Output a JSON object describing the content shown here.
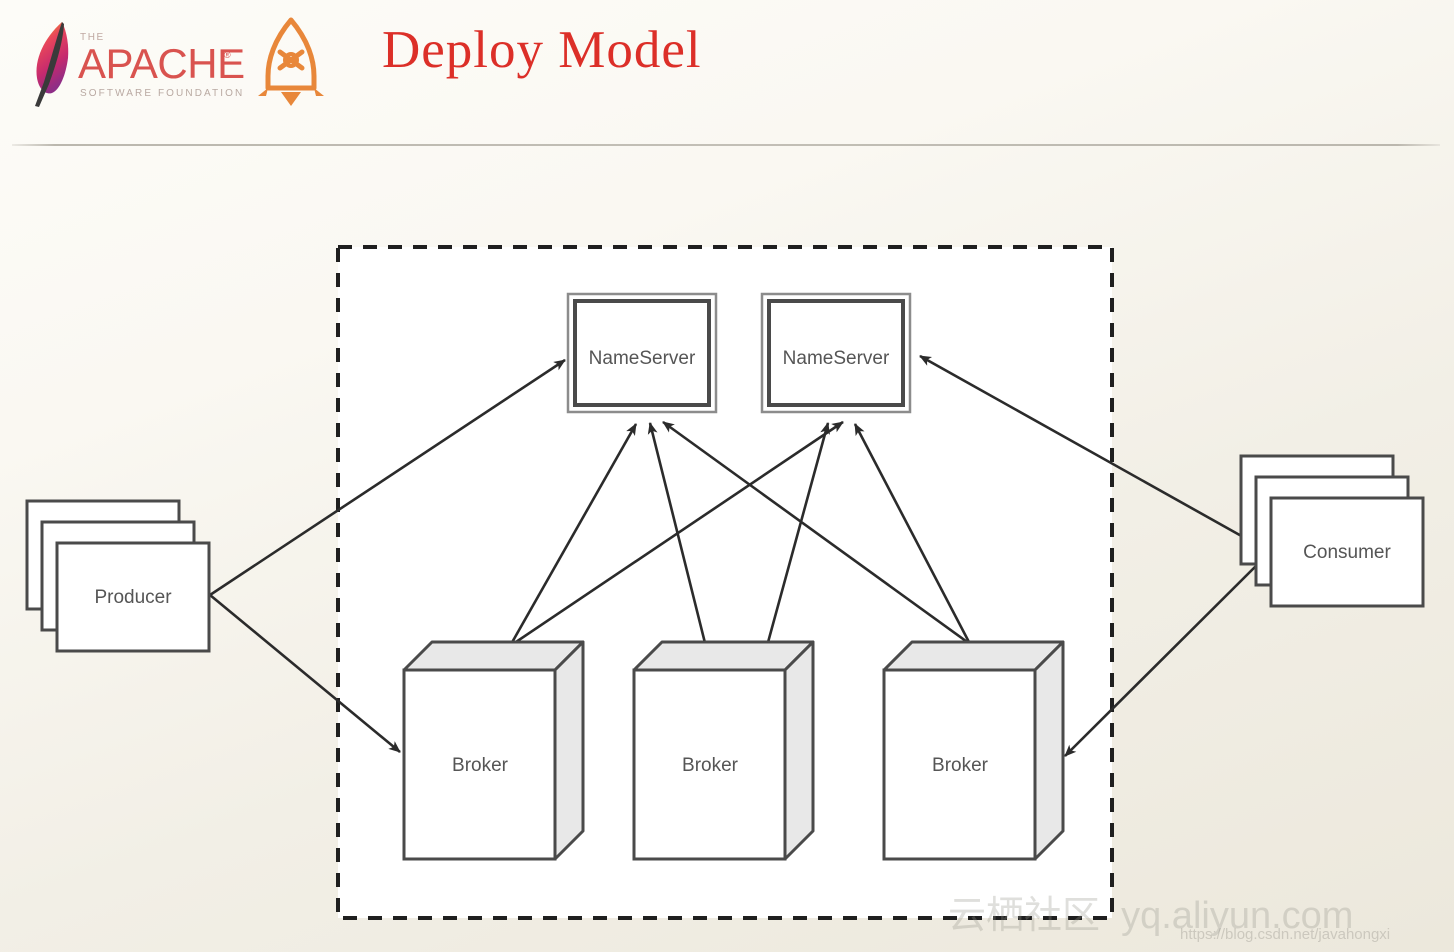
{
  "header": {
    "title": "Deploy Model",
    "title_color": "#dc2f28",
    "apache_logo": {
      "the": "THE",
      "name": "APACHE",
      "trademark": "®",
      "tagline": "SOFTWARE FOUNDATION",
      "color": "#d9534f",
      "tagline_color": "#b9a9a2"
    },
    "rocket_logo": {
      "icon": "rocket-icon",
      "color": "#e8873a"
    }
  },
  "diagram": {
    "cluster_border": {
      "style": "dashed",
      "color": "#1f1f1f",
      "fill": "#ffffff"
    },
    "nodes": {
      "producer": {
        "label": "Producer",
        "shape": "stacked-rect",
        "count": 3
      },
      "consumer": {
        "label": "Consumer",
        "shape": "stacked-rect",
        "count": 3
      },
      "nameservers": [
        {
          "label": "NameServer",
          "shape": "double-rect"
        },
        {
          "label": "NameServer",
          "shape": "double-rect"
        }
      ],
      "brokers": [
        {
          "label": "Broker",
          "shape": "cube"
        },
        {
          "label": "Broker",
          "shape": "cube"
        },
        {
          "label": "Broker",
          "shape": "cube"
        }
      ]
    },
    "edges": [
      {
        "from": "producer",
        "to": "nameserver-1",
        "arrow": "end"
      },
      {
        "from": "producer",
        "to": "broker-1",
        "arrow": "end"
      },
      {
        "from": "consumer",
        "to": "nameserver-2",
        "arrow": "end"
      },
      {
        "from": "consumer",
        "to": "broker-3",
        "arrow": "end"
      },
      {
        "from": "broker-1",
        "to": "nameserver-1",
        "arrow": "end"
      },
      {
        "from": "broker-1",
        "to": "nameserver-2",
        "arrow": "end"
      },
      {
        "from": "broker-2",
        "to": "nameserver-1",
        "arrow": "end"
      },
      {
        "from": "broker-2",
        "to": "nameserver-2",
        "arrow": "end"
      },
      {
        "from": "broker-3",
        "to": "nameserver-1",
        "arrow": "end"
      },
      {
        "from": "broker-3",
        "to": "nameserver-2",
        "arrow": "end"
      }
    ],
    "node_text_color": "#555555",
    "node_stroke_color": "#4a4a4a",
    "cube_face_color": "#e8e8e8"
  },
  "watermark": {
    "main": "云栖社区  yq.aliyun.com",
    "sub": "https://blog.csdn.net/javahongxi"
  }
}
